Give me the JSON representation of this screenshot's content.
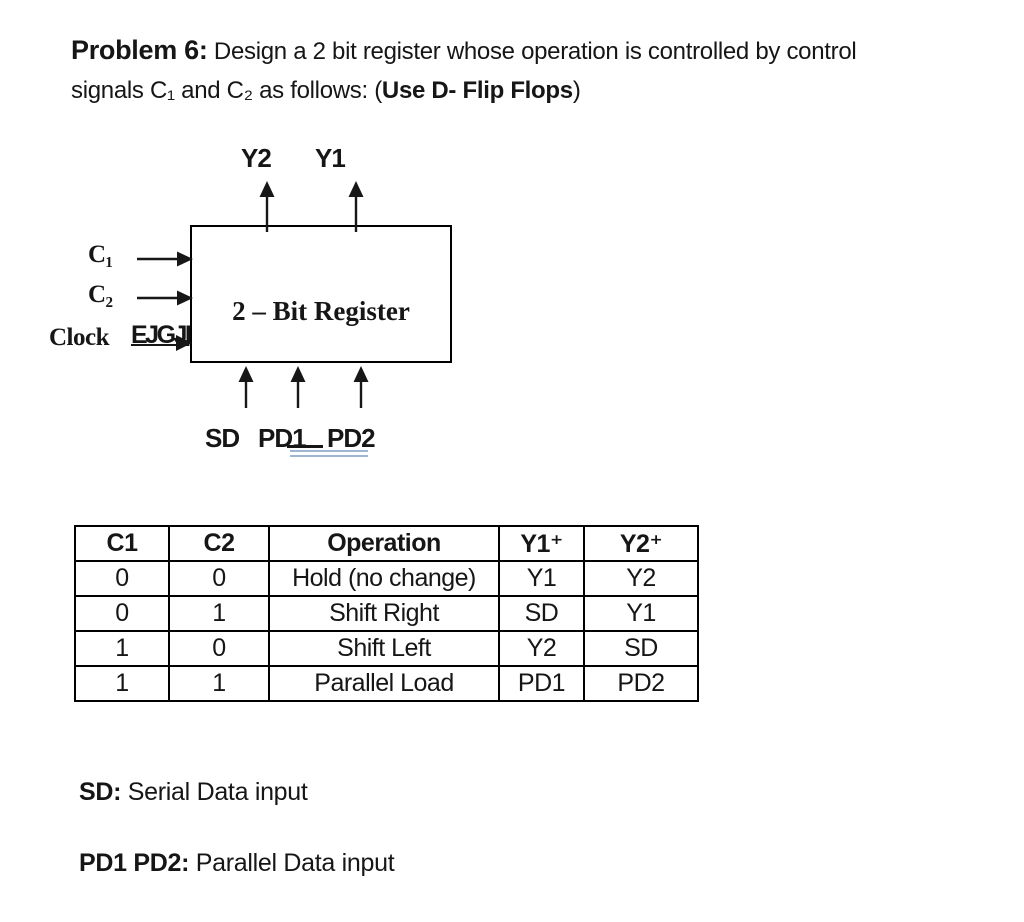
{
  "title": {
    "problem_label": "Problem 6:",
    "line1_rest": " Design a 2 bit register whose operation is controlled by control",
    "line2_start": "signals C₁ and C₂ as follows: (",
    "line2_bold": "Use D- Flip Flops",
    "line2_end": ")"
  },
  "diagram": {
    "box_label": "2 – Bit Register",
    "outputs": [
      "Y2",
      "Y1"
    ],
    "inputs_left": [
      "C₁",
      "C₂",
      "Clock"
    ],
    "clock_glyph": "EJGJI",
    "inputs_bottom": [
      "SD",
      "PD1",
      "PD2"
    ],
    "grammar_underline_color": "#9cb6d4"
  },
  "table": {
    "headers": [
      "C1",
      "C2",
      "Operation",
      "Y1⁺",
      "Y2⁺"
    ],
    "rows": [
      [
        "0",
        "0",
        "Hold (no change)",
        "Y1",
        "Y2"
      ],
      [
        "0",
        "1",
        "Shift Right",
        "SD",
        "Y1"
      ],
      [
        "1",
        "0",
        "Shift Left",
        "Y2",
        "SD"
      ],
      [
        "1",
        "1",
        "Parallel Load",
        "PD1",
        "PD2"
      ]
    ]
  },
  "legend": [
    {
      "term": "SD:",
      "definition": " Serial Data input"
    },
    {
      "term": "PD1 PD2:",
      "definition": " Parallel Data input"
    }
  ]
}
